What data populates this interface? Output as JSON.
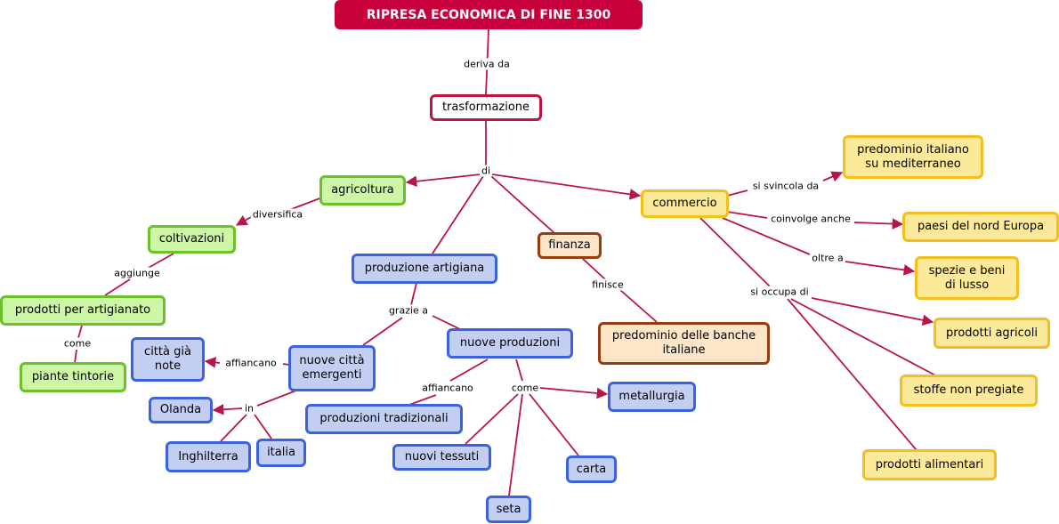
{
  "nodes": {
    "root": "RIPRESA ECONOMICA DI FINE 1300",
    "trasformazione": "trasformazione",
    "agricoltura": "agricoltura",
    "coltivazioni": "coltivazioni",
    "prodotti_artigianato": "prodotti per artigianato",
    "piante_tintorie": "piante tintorie",
    "produzione_artigiana": "produzione artigiana",
    "finanza": "finanza",
    "commercio": "commercio",
    "predominio_italiano": "predominio italiano\nsu mediterraneo",
    "paesi_nord": "paesi del nord Europa",
    "spezie": "spezie e beni\ndi lusso",
    "prodotti_agricoli": "prodotti agricoli",
    "stoffe": "stoffe non pregiate",
    "prodotti_alimentari": "prodotti alimentari",
    "predominio_banche": "predominio delle banche\nitaliane",
    "nuove_citta": "nuove città\nemergenti",
    "citta_note": "città già\nnote",
    "olanda": "Olanda",
    "inghilterra": "Inghilterra",
    "italia": "italia",
    "nuove_produzioni": "nuove produzioni",
    "produzioni_tradizionali": "produzioni tradizionali",
    "metallurgia": "metallurgia",
    "nuovi_tessuti": "nuovi tessuti",
    "carta": "carta",
    "seta": "seta"
  },
  "link_labels": {
    "deriva_da": "deriva da",
    "di": "di",
    "diversifica": "diversifica",
    "aggiunge": "aggiunge",
    "come_1": "come",
    "si_svincola_da": "si svincola da",
    "coinvolge_anche": "coinvolge anche",
    "oltre_a": "oltre a",
    "si_occupa_di": "si occupa di",
    "finisce": "finisce",
    "grazie_a": "grazie a",
    "affiancano_1": "affiancano",
    "in": "in",
    "affiancano_2": "affiancano",
    "come_2": "come"
  },
  "colors": {
    "link": "#b8164a",
    "root": "#c8003c",
    "green": "#6cc02a",
    "blue": "#3b63df",
    "orange": "#963c10",
    "yellow": "#f2c01e"
  }
}
